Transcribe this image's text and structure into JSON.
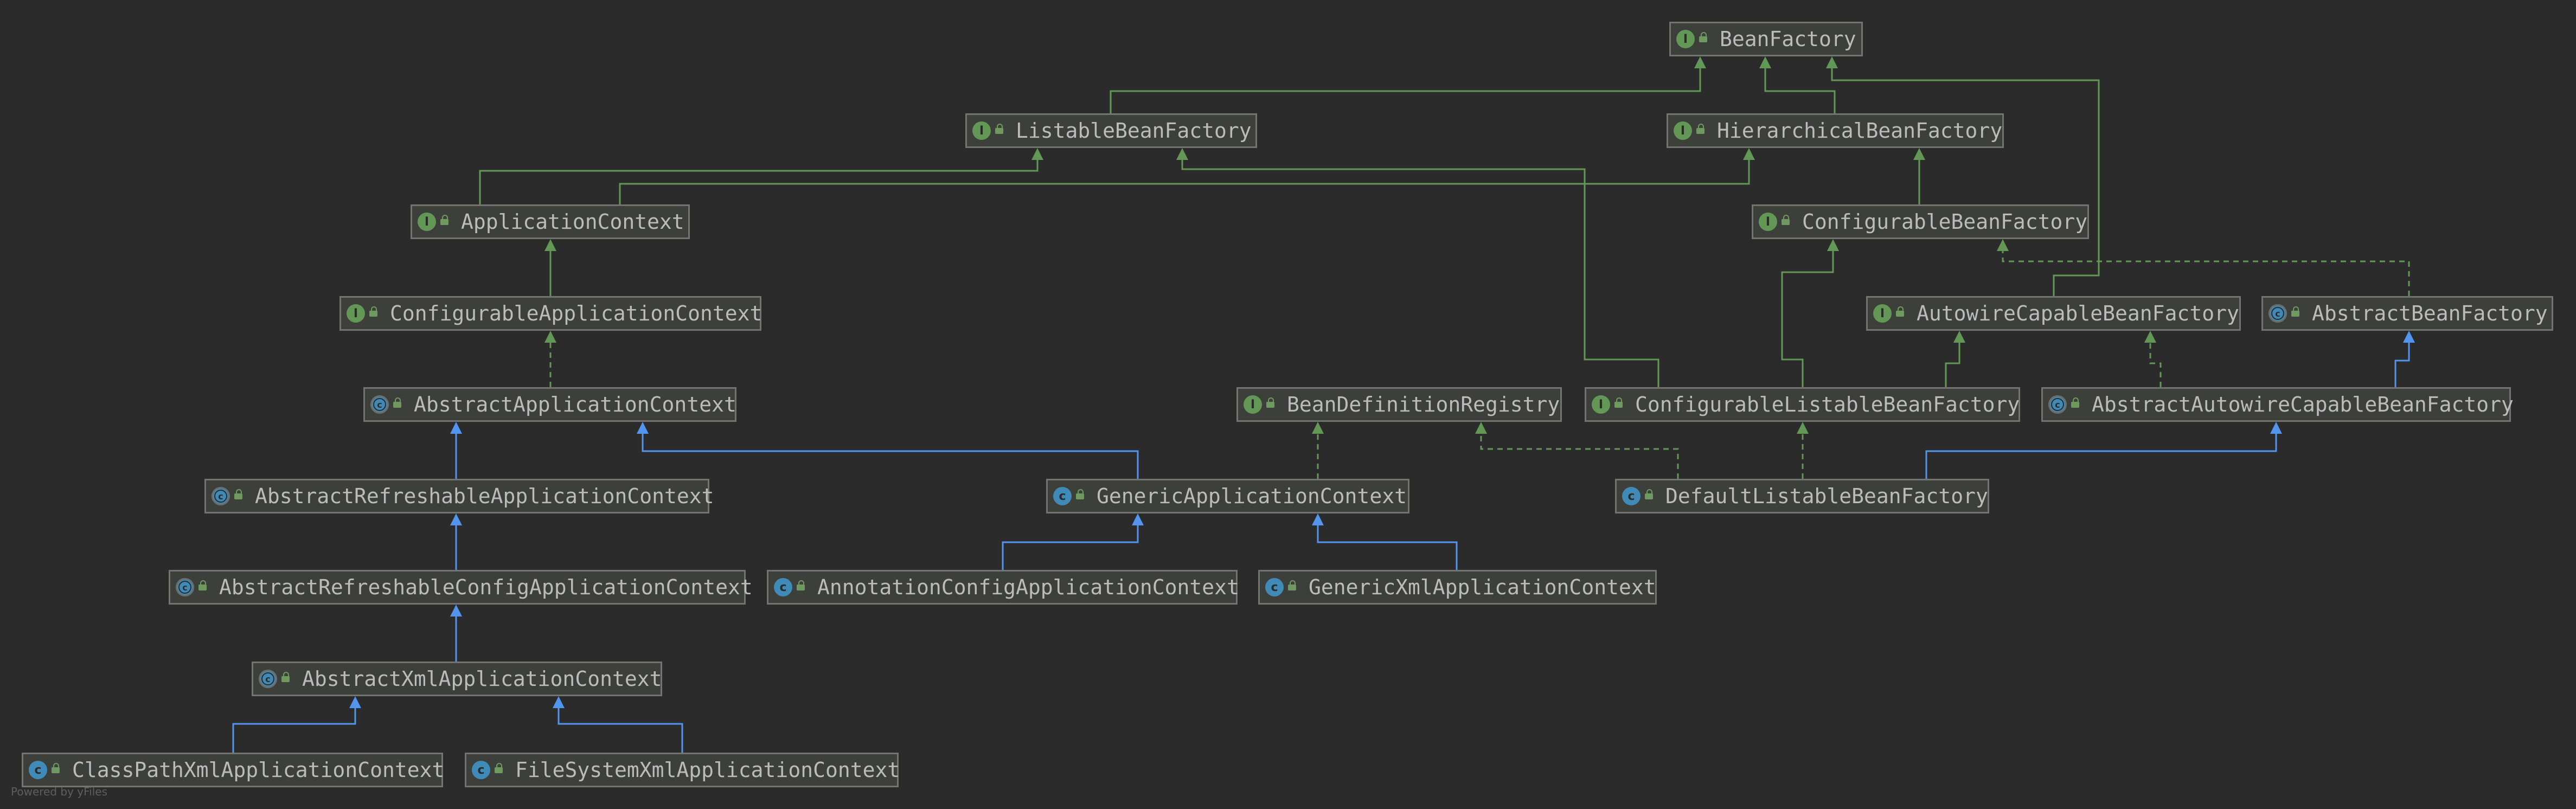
{
  "nodes": [
    {
      "id": "BeanFactory",
      "label": "BeanFactory",
      "kind": "I",
      "icon": "interface-icon"
    },
    {
      "id": "ListableBeanFactory",
      "label": "ListableBeanFactory",
      "kind": "I",
      "icon": "interface-icon"
    },
    {
      "id": "HierarchicalBeanFactory",
      "label": "HierarchicalBeanFactory",
      "kind": "I",
      "icon": "interface-icon"
    },
    {
      "id": "ApplicationContext",
      "label": "ApplicationContext",
      "kind": "I",
      "icon": "interface-icon"
    },
    {
      "id": "ConfigurableBeanFactory",
      "label": "ConfigurableBeanFactory",
      "kind": "I",
      "icon": "interface-icon"
    },
    {
      "id": "ConfigurableApplicationContext",
      "label": "ConfigurableApplicationContext",
      "kind": "I",
      "icon": "interface-icon"
    },
    {
      "id": "AutowireCapableBeanFactory",
      "label": "AutowireCapableBeanFactory",
      "kind": "I",
      "icon": "interface-icon"
    },
    {
      "id": "AbstractBeanFactory",
      "label": "AbstractBeanFactory",
      "kind": "A",
      "icon": "abstract-class-icon"
    },
    {
      "id": "AbstractApplicationContext",
      "label": "AbstractApplicationContext",
      "kind": "A",
      "icon": "abstract-class-icon"
    },
    {
      "id": "BeanDefinitionRegistry",
      "label": "BeanDefinitionRegistry",
      "kind": "I",
      "icon": "interface-icon"
    },
    {
      "id": "ConfigurableListableBeanFactory",
      "label": "ConfigurableListableBeanFactory",
      "kind": "I",
      "icon": "interface-icon"
    },
    {
      "id": "AbstractAutowireCapableBeanFactory",
      "label": "AbstractAutowireCapableBeanFactory",
      "kind": "A",
      "icon": "abstract-class-icon"
    },
    {
      "id": "AbstractRefreshableApplicationContext",
      "label": "AbstractRefreshableApplicationContext",
      "kind": "A",
      "icon": "abstract-class-icon"
    },
    {
      "id": "GenericApplicationContext",
      "label": "GenericApplicationContext",
      "kind": "C",
      "icon": "class-icon"
    },
    {
      "id": "DefaultListableBeanFactory",
      "label": "DefaultListableBeanFactory",
      "kind": "C",
      "icon": "class-icon"
    },
    {
      "id": "AbstractRefreshableConfigApplicationContext",
      "label": "AbstractRefreshableConfigApplicationContext",
      "kind": "A",
      "icon": "abstract-class-icon"
    },
    {
      "id": "AnnotationConfigApplicationContext",
      "label": "AnnotationConfigApplicationContext",
      "kind": "C",
      "icon": "class-icon"
    },
    {
      "id": "GenericXmlApplicationContext",
      "label": "GenericXmlApplicationContext",
      "kind": "C",
      "icon": "class-icon"
    },
    {
      "id": "AbstractXmlApplicationContext",
      "label": "AbstractXmlApplicationContext",
      "kind": "A",
      "icon": "abstract-class-icon"
    },
    {
      "id": "ClassPathXmlApplicationContext",
      "label": "ClassPathXmlApplicationContext",
      "kind": "C",
      "icon": "class-icon"
    },
    {
      "id": "FileSystemXmlApplicationContext",
      "label": "FileSystemXmlApplicationContext",
      "kind": "C",
      "icon": "class-icon"
    }
  ],
  "edges": [
    {
      "from": "ListableBeanFactory",
      "to": "BeanFactory",
      "type": "extends-interface"
    },
    {
      "from": "HierarchicalBeanFactory",
      "to": "BeanFactory",
      "type": "extends-interface"
    },
    {
      "from": "AutowireCapableBeanFactory",
      "to": "BeanFactory",
      "type": "extends-interface"
    },
    {
      "from": "ApplicationContext",
      "to": "ListableBeanFactory",
      "type": "extends-interface"
    },
    {
      "from": "ApplicationContext",
      "to": "HierarchicalBeanFactory",
      "type": "extends-interface"
    },
    {
      "from": "ConfigurableListableBeanFactory",
      "to": "ListableBeanFactory",
      "type": "extends-interface"
    },
    {
      "from": "ConfigurableBeanFactory",
      "to": "HierarchicalBeanFactory",
      "type": "extends-interface"
    },
    {
      "from": "ConfigurableApplicationContext",
      "to": "ApplicationContext",
      "type": "extends-interface"
    },
    {
      "from": "ConfigurableListableBeanFactory",
      "to": "ConfigurableBeanFactory",
      "type": "extends-interface"
    },
    {
      "from": "AbstractBeanFactory",
      "to": "ConfigurableBeanFactory",
      "type": "implements"
    },
    {
      "from": "ConfigurableListableBeanFactory",
      "to": "AutowireCapableBeanFactory",
      "type": "extends-interface"
    },
    {
      "from": "AbstractAutowireCapableBeanFactory",
      "to": "AutowireCapableBeanFactory",
      "type": "implements"
    },
    {
      "from": "AbstractAutowireCapableBeanFactory",
      "to": "AbstractBeanFactory",
      "type": "extends"
    },
    {
      "from": "AbstractApplicationContext",
      "to": "ConfigurableApplicationContext",
      "type": "implements"
    },
    {
      "from": "AbstractRefreshableApplicationContext",
      "to": "AbstractApplicationContext",
      "type": "extends"
    },
    {
      "from": "GenericApplicationContext",
      "to": "AbstractApplicationContext",
      "type": "extends"
    },
    {
      "from": "GenericApplicationContext",
      "to": "BeanDefinitionRegistry",
      "type": "implements"
    },
    {
      "from": "DefaultListableBeanFactory",
      "to": "BeanDefinitionRegistry",
      "type": "implements"
    },
    {
      "from": "DefaultListableBeanFactory",
      "to": "ConfigurableListableBeanFactory",
      "type": "implements"
    },
    {
      "from": "DefaultListableBeanFactory",
      "to": "AbstractAutowireCapableBeanFactory",
      "type": "extends"
    },
    {
      "from": "AbstractRefreshableConfigApplicationContext",
      "to": "AbstractRefreshableApplicationContext",
      "type": "extends"
    },
    {
      "from": "AnnotationConfigApplicationContext",
      "to": "GenericApplicationContext",
      "type": "extends"
    },
    {
      "from": "GenericXmlApplicationContext",
      "to": "GenericApplicationContext",
      "type": "extends"
    },
    {
      "from": "AbstractXmlApplicationContext",
      "to": "AbstractRefreshableConfigApplicationContext",
      "type": "extends"
    },
    {
      "from": "ClassPathXmlApplicationContext",
      "to": "AbstractXmlApplicationContext",
      "type": "extends"
    },
    {
      "from": "FileSystemXmlApplicationContext",
      "to": "AbstractXmlApplicationContext",
      "type": "extends"
    }
  ],
  "colors": {
    "background": "#2b2b2b",
    "interface_edge": "#629755",
    "class_edge": "#5394ec",
    "node_fill": "#3c3f3a",
    "node_border": "#72746f",
    "text": "#bbbbbb"
  },
  "footer": "Powered by yFiles"
}
